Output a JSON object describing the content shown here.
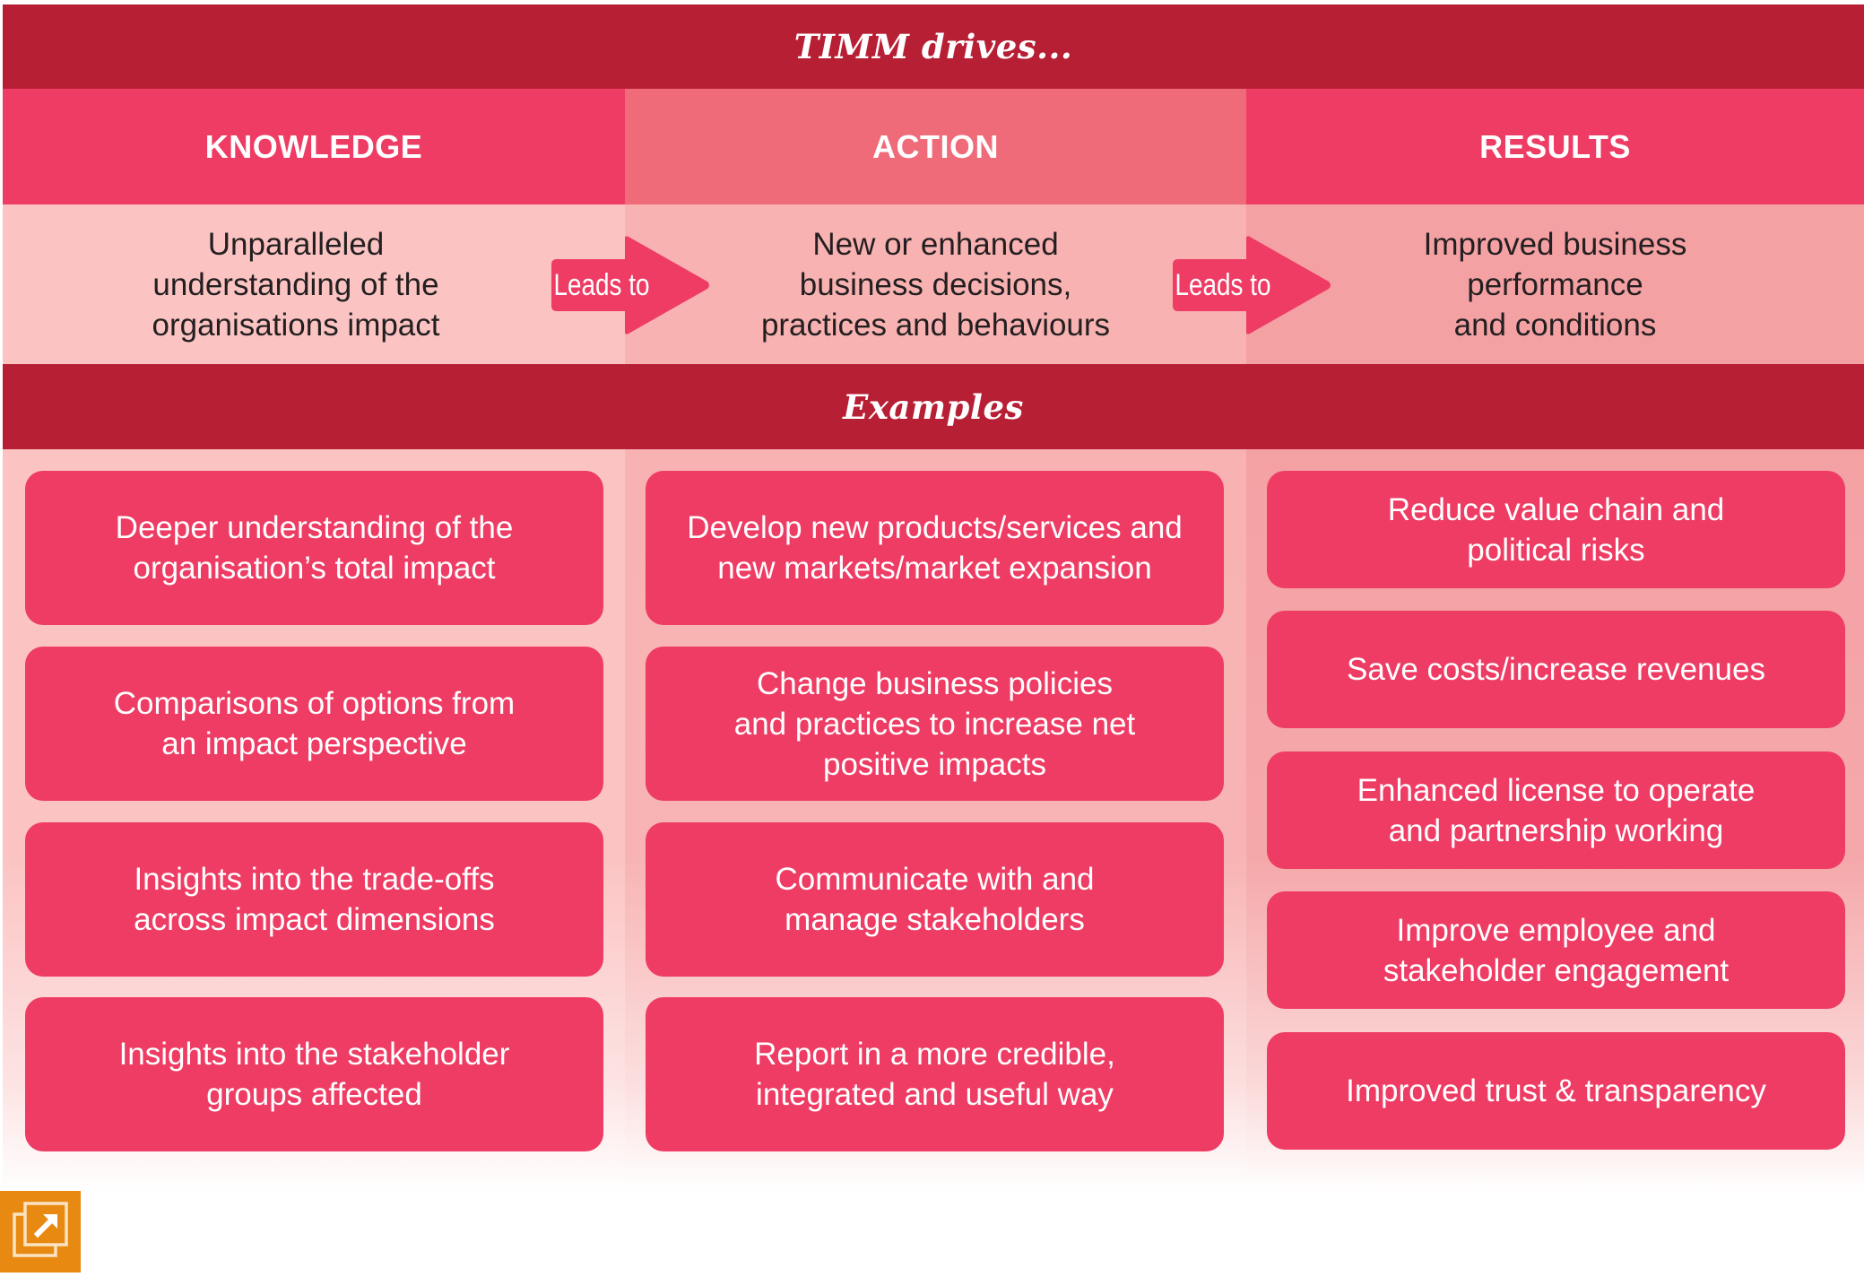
{
  "title": "TIMM drives...",
  "examples_heading": "Examples",
  "connector_label": "Leads to",
  "colors": {
    "dark_red": "#b71f34",
    "pink": "#ee3c64",
    "action_header": "#ef6b79",
    "knowledge_bg": "#fbc4c3",
    "action_bg": "#f8b2b2",
    "results_bg": "#f4a1a4",
    "expand_button": "#e88a12"
  },
  "columns": [
    {
      "header": "KNOWLEDGE",
      "description": "Unparalleled\nunderstanding of the\norganisations impact",
      "examples": [
        "Deeper understanding of the\norganisation’s total impact",
        "Comparisons of options from\nan impact perspective",
        "Insights into the trade-offs\nacross impact dimensions",
        "Insights into the stakeholder\ngroups affected"
      ]
    },
    {
      "header": "ACTION",
      "description": "New or enhanced\nbusiness decisions,\npractices and behaviours",
      "examples": [
        "Develop new products/services and\nnew markets/market expansion",
        "Change business policies\nand practices to increase net\npositive impacts",
        "Communicate with and\nmanage stakeholders",
        "Report in a more credible,\nintegrated and useful way"
      ]
    },
    {
      "header": "RESULTS",
      "description": "Improved business\nperformance\nand conditions",
      "examples": [
        "Reduce value chain and\npolitical risks",
        "Save costs/increase revenues",
        "Enhanced license to operate\nand partnership working",
        "Improve employee and\nstakeholder engagement",
        "Improved trust & transparency"
      ]
    }
  ],
  "expand_icon": "expand-icon"
}
